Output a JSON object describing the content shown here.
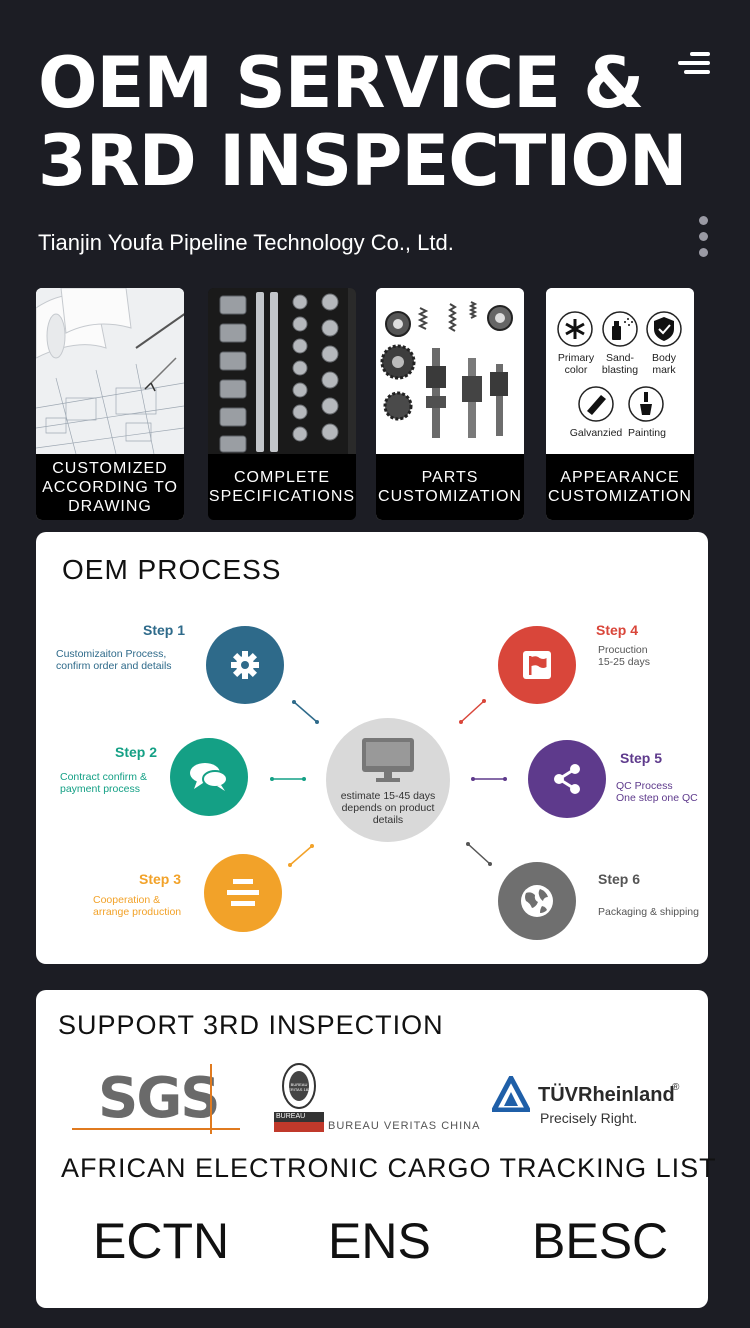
{
  "hero": {
    "title_line1": "OEM SERVICE &",
    "title_line2": "3RD INSPECTION",
    "company": "Tianjin Youfa Pipeline Technology Co., Ltd."
  },
  "cards": [
    {
      "label_lines": [
        "CUSTOMIZED",
        "ACCORDING TO",
        "DRAWING"
      ]
    },
    {
      "label_lines": [
        "COMPLETE",
        "SPECIFICATIONS"
      ]
    },
    {
      "label_lines": [
        "PARTS",
        "CUSTOMIZATION"
      ]
    },
    {
      "label_lines": [
        "APPEARANCE",
        "CUSTOMIZATION"
      ],
      "options": [
        {
          "label": "Primary color",
          "icon": "asterisk-icon"
        },
        {
          "label": "Sand- blasting",
          "icon": "spray-icon"
        },
        {
          "label": "Body mark",
          "icon": "badge-icon"
        },
        {
          "label": "Galvanzied",
          "icon": "pipe-icon"
        },
        {
          "label": "Painting",
          "icon": "paint-bucket-icon"
        }
      ]
    }
  ],
  "process": {
    "heading": "OEM PROCESS",
    "center_text": "estimate 15-45 days depends on product details",
    "colors": {
      "step1": "#2e6a8a",
      "step2": "#14a085",
      "step3": "#f2a229",
      "step4": "#d9463a",
      "step5": "#5e3a8c",
      "step6": "#6f6f6f"
    },
    "steps": [
      {
        "title": "Step 1",
        "desc_line1": "Customizaiton Process,",
        "desc_line2": "confirm order and details",
        "icon": "gear-icon"
      },
      {
        "title": "Step 2",
        "desc_line1": "Contract confirm &",
        "desc_line2": "payment process",
        "icon": "chat-bubbles-icon"
      },
      {
        "title": "Step 3",
        "desc_line1": "Cooperation &",
        "desc_line2": "arrange production",
        "icon": "list-lines-icon"
      },
      {
        "title": "Step 4",
        "desc_line1": "Procuction",
        "desc_line2": "15-25 days",
        "icon": "flag-icon"
      },
      {
        "title": "Step 5",
        "desc_line1": "QC Process",
        "desc_line2": "One step one QC",
        "icon": "share-icon"
      },
      {
        "title": "Step 6",
        "desc_line1": "Packaging & shipping",
        "desc_line2": "",
        "icon": "globe-icon"
      }
    ]
  },
  "inspection": {
    "heading": "SUPPORT 3RD INSPECTION",
    "sgs": "SGS",
    "bv_name": "BUREAU VERITAS CHINA",
    "bv_seal_text": "BUREAU VERITAS 1828",
    "bv_box_text": "BUREAU",
    "tuv_name": "TÜVRheinland",
    "tuv_reg": "®",
    "tuv_slogan": "Precisely Right."
  },
  "tracking": {
    "heading": "AFRICAN ELECTRONIC CARGO TRACKING LIST",
    "items": [
      "ECTN",
      "ENS",
      "BESC"
    ]
  }
}
